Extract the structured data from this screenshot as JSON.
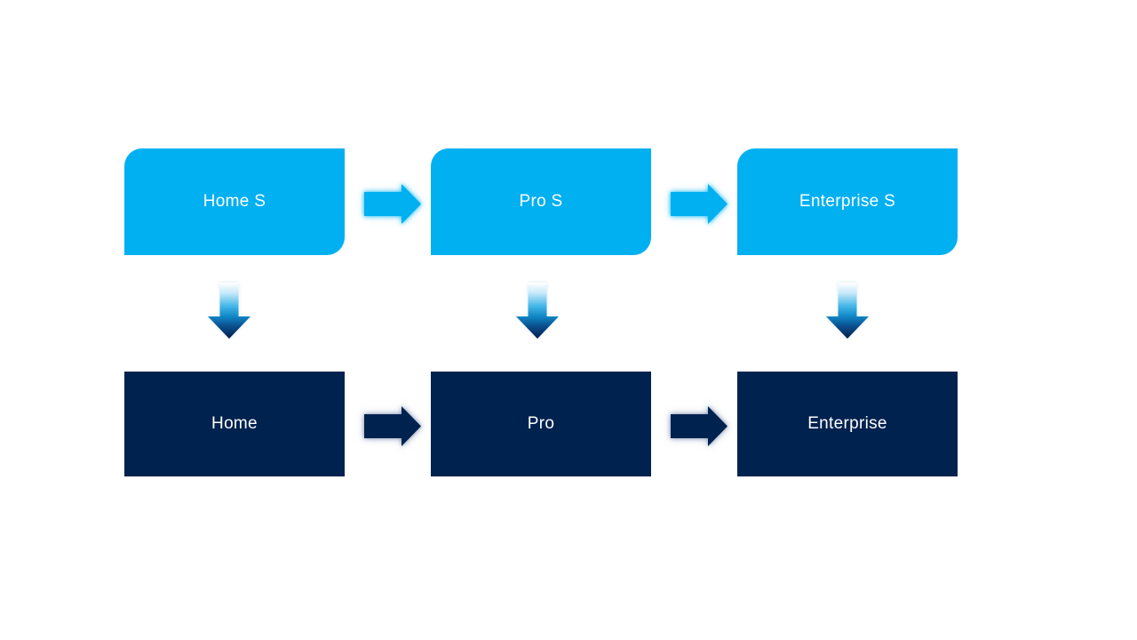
{
  "colors": {
    "top_box_fill": "#00B0F0",
    "bottom_box_fill": "#00224E",
    "label_text": "#FFFFFF",
    "background": "#FFFFFF"
  },
  "columns": [
    {
      "top": {
        "label": "Home S"
      },
      "bottom": {
        "label": "Home"
      }
    },
    {
      "top": {
        "label": "Pro S"
      },
      "bottom": {
        "label": "Pro"
      }
    },
    {
      "top": {
        "label": "Enterprise S"
      },
      "bottom": {
        "label": "Enterprise"
      }
    }
  ],
  "icons": {
    "horizontal_arrow": "right-arrow-icon",
    "vertical_arrow": "down-arrow-icon"
  }
}
